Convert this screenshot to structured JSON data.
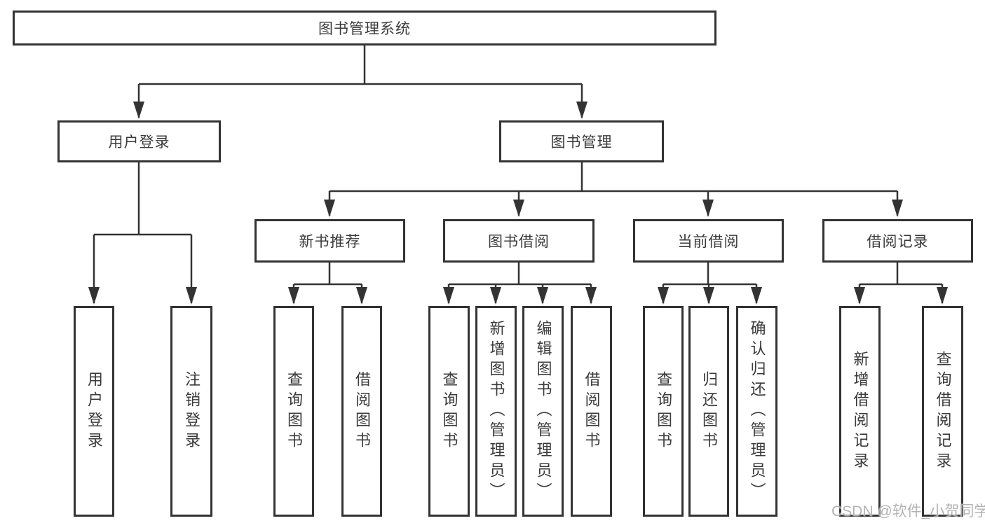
{
  "tree": {
    "root": {
      "label": "图书管理系统"
    },
    "user_branch": {
      "label": "用户登录",
      "children": [
        {
          "label": "用户登录"
        },
        {
          "label": "注销登录"
        }
      ]
    },
    "book_branch": {
      "label": "图书管理",
      "groups": [
        {
          "label": "新书推荐",
          "children": [
            {
              "label": "查询图书"
            },
            {
              "label": "借阅图书"
            }
          ]
        },
        {
          "label": "图书借阅",
          "children": [
            {
              "label": "查询图书"
            },
            {
              "label": "新增图书（管理员）"
            },
            {
              "label": "编辑图书（管理员）"
            },
            {
              "label": "借阅图书"
            }
          ]
        },
        {
          "label": "当前借阅",
          "children": [
            {
              "label": "查询图书"
            },
            {
              "label": "归还图书"
            },
            {
              "label": "确认归还（管理员）"
            }
          ]
        },
        {
          "label": "借阅记录",
          "children": [
            {
              "label": "新增借阅记录"
            },
            {
              "label": "查询借阅记录"
            }
          ]
        }
      ]
    }
  },
  "watermark": {
    "text": "CSDN @软件_小贺同学"
  },
  "colors": {
    "line": "#333333",
    "text": "#3a3a3a",
    "watermark": "#acacac",
    "background": "#ffffff"
  }
}
